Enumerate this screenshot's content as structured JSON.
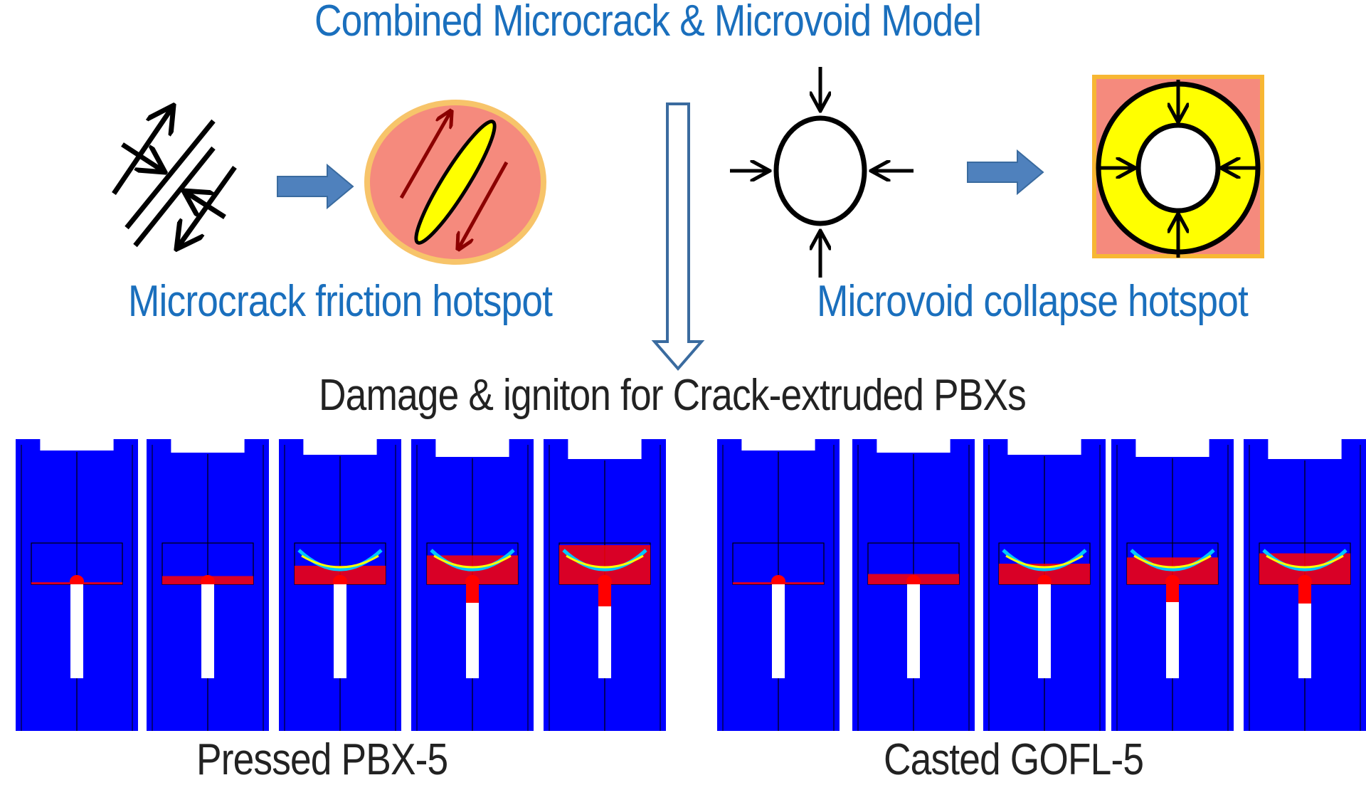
{
  "title": "Combined Microcrack & Microvoid Model",
  "left_hotspot_label": "Microcrack friction hotspot",
  "right_hotspot_label": "Microvoid collapse hotspot",
  "subtitle": "Damage & igniton for Crack-extruded PBXs",
  "pressed_label": "Pressed PBX-5",
  "casted_label": "Casted GOFL-5",
  "colors": {
    "title_text": "#1a6fbd",
    "label_text": "#222222",
    "arrow_fill": "#4f81bd",
    "hotspot_disk": "#f58a7d",
    "hotspot_rim": "#f7c46a",
    "hotspot_yellow": "#ffff00",
    "friction_arrow": "#8b0000",
    "sim_blue": "#0000ff",
    "sim_red": "#ff0000"
  },
  "pressed_series": [
    {
      "damage_level": 0.05
    },
    {
      "damage_level": 0.2
    },
    {
      "damage_level": 0.45
    },
    {
      "damage_level": 0.7
    },
    {
      "damage_level": 0.95
    }
  ],
  "casted_series": [
    {
      "damage_level": 0.05
    },
    {
      "damage_level": 0.25
    },
    {
      "damage_level": 0.5
    },
    {
      "damage_level": 0.65
    },
    {
      "damage_level": 0.75
    }
  ]
}
